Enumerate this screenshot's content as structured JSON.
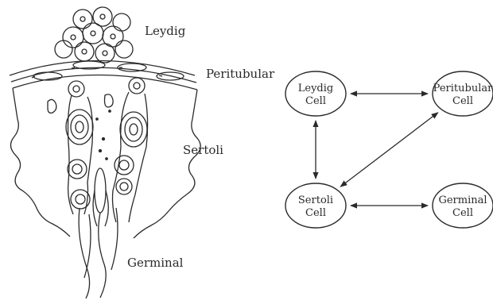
{
  "illustration": {
    "labels": {
      "leydig": "Leydig",
      "peritubular": "Peritubular",
      "sertoli": "Sertoli",
      "germinal": "Germinal"
    }
  },
  "network": {
    "nodes": [
      {
        "id": "leydig",
        "line1": "Leydig",
        "line2": "Cell"
      },
      {
        "id": "peritubular",
        "line1": "Peritubular",
        "line2": "Cell"
      },
      {
        "id": "sertoli",
        "line1": "Sertoli",
        "line2": "Cell"
      },
      {
        "id": "germinal",
        "line1": "Germinal",
        "line2": "Cell"
      }
    ],
    "edges": [
      {
        "from": "leydig",
        "to": "peritubular",
        "direction": "both"
      },
      {
        "from": "leydig",
        "to": "sertoli",
        "direction": "both"
      },
      {
        "from": "sertoli",
        "to": "peritubular",
        "direction": "both"
      },
      {
        "from": "sertoli",
        "to": "germinal",
        "direction": "both"
      }
    ]
  },
  "colors": {
    "ink": "#2a2a2a",
    "background": "#ffffff"
  }
}
